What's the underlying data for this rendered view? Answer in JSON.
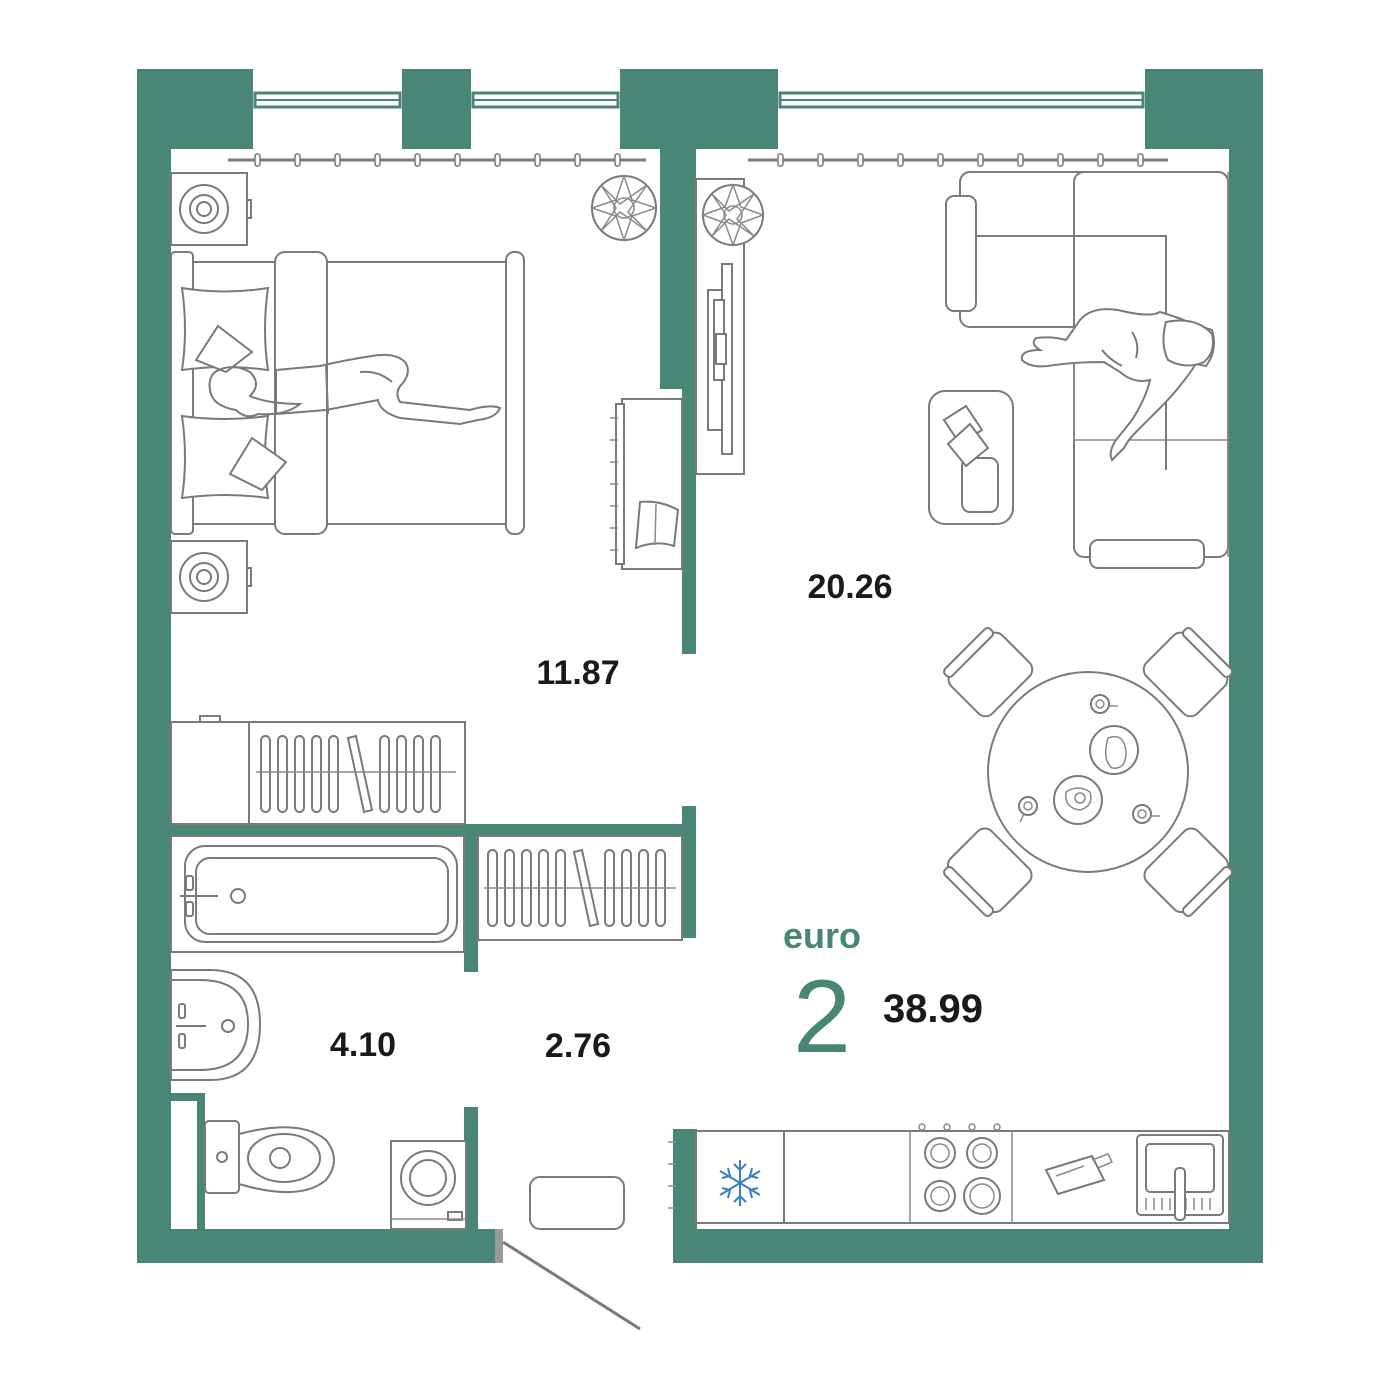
{
  "plan": {
    "type_label": "euro",
    "room_count": "2",
    "total_area": "38.99",
    "rooms": [
      {
        "id": "bedroom",
        "area": "11.87"
      },
      {
        "id": "living-kitchen",
        "area": "20.26"
      },
      {
        "id": "bathroom",
        "area": "4.10"
      },
      {
        "id": "hallway",
        "area": "2.76"
      }
    ]
  },
  "colors": {
    "wall": "#4a8676",
    "furniture_stroke": "#7a7a7a",
    "snowflake": "#3a7fc4",
    "text": "#1a1a1a"
  }
}
